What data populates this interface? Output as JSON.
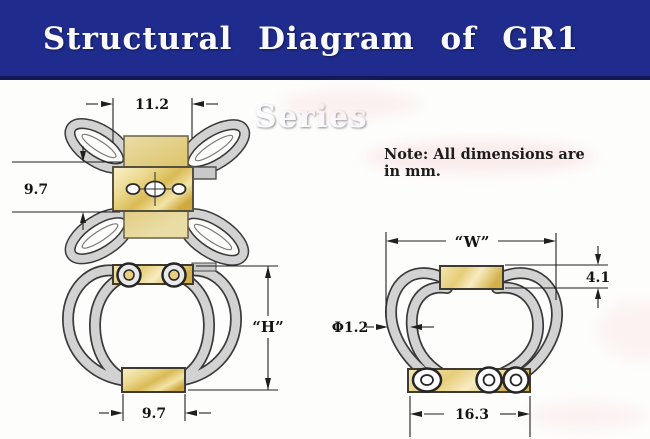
{
  "header": {
    "title": "Structural Diagram of GR1 Series"
  },
  "note": "Note: All dimensions are in mm.",
  "colors": {
    "banner_blue": "#202c8d",
    "banner_edge": "#121a56",
    "gold_block": "#e3c86f",
    "wire_gray": "#d2d2d2",
    "outline_dark": "#3a3a3a",
    "dimension_ink": "#1a1a1a",
    "watermark_pink": "#f6dada"
  },
  "views": {
    "top_view": {
      "dims": {
        "block_width": "11.2",
        "block_height": "9.7"
      }
    },
    "front_view": {
      "dims": {
        "overall_height": "“H”",
        "base_width": "9.7"
      }
    },
    "side_view": {
      "dims": {
        "overall_width": "“W”",
        "bar_thickness": "4.1",
        "wire_diameter": "Φ1.2",
        "base_width": "16.3"
      }
    }
  }
}
